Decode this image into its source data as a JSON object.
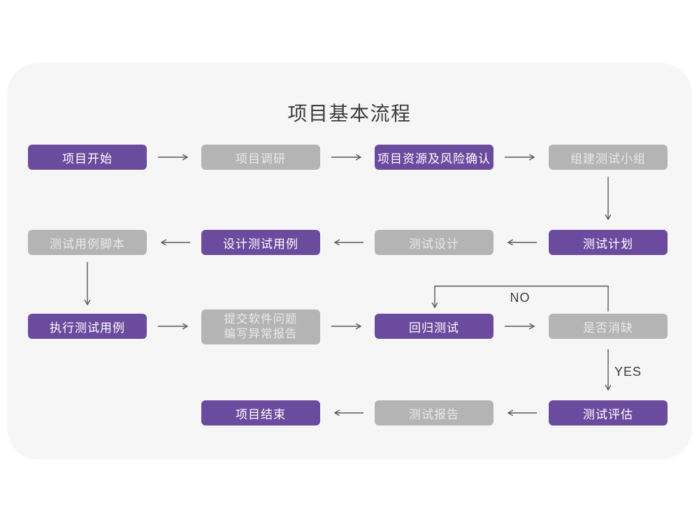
{
  "title": "项目基本流程",
  "colors": {
    "purple": "#6b4b9e",
    "gray": "#b4b4b4",
    "purple-text": "#ffffff",
    "gray-text": "#e9e9e9",
    "card-bg": "#f6f6f7",
    "arrow": "#58585a",
    "title-color": "#3c3c3c"
  },
  "labels": {
    "no": "NO",
    "yes": "YES"
  },
  "nodes": [
    {
      "label": "项目开始",
      "variant": "purple"
    },
    {
      "label": "项目调研",
      "variant": "gray"
    },
    {
      "label": "项目资源及风险确认",
      "variant": "purple"
    },
    {
      "label": "组建测试小组",
      "variant": "gray"
    },
    {
      "label": "测试用例脚本",
      "variant": "gray"
    },
    {
      "label": "设计测试用例",
      "variant": "purple"
    },
    {
      "label": "测试设计",
      "variant": "gray"
    },
    {
      "label": "测试计划",
      "variant": "purple"
    },
    {
      "label": "执行测试用例",
      "variant": "purple"
    },
    {
      "label": "提交软件问题\n编写异常报告",
      "variant": "gray"
    },
    {
      "label": "回归测试",
      "variant": "purple"
    },
    {
      "label": "是否消缺",
      "variant": "gray"
    },
    {
      "label": "项目结束",
      "variant": "purple"
    },
    {
      "label": "测试报告",
      "variant": "gray"
    },
    {
      "label": "测试评估",
      "variant": "purple"
    }
  ],
  "edges": [
    {
      "from": "项目开始",
      "to": "项目调研"
    },
    {
      "from": "项目调研",
      "to": "项目资源及风险确认"
    },
    {
      "from": "项目资源及风险确认",
      "to": "组建测试小组"
    },
    {
      "from": "组建测试小组",
      "to": "测试计划"
    },
    {
      "from": "测试计划",
      "to": "测试设计"
    },
    {
      "from": "测试设计",
      "to": "设计测试用例"
    },
    {
      "from": "设计测试用例",
      "to": "测试用例脚本"
    },
    {
      "from": "测试用例脚本",
      "to": "执行测试用例"
    },
    {
      "from": "执行测试用例",
      "to": "提交软件问题 编写异常报告"
    },
    {
      "from": "提交软件问题 编写异常报告",
      "to": "回归测试"
    },
    {
      "from": "回归测试",
      "to": "是否消缺"
    },
    {
      "from": "是否消缺",
      "to": "回归测试",
      "label": "NO"
    },
    {
      "from": "是否消缺",
      "to": "测试评估",
      "label": "YES"
    },
    {
      "from": "测试评估",
      "to": "测试报告"
    },
    {
      "from": "测试报告",
      "to": "项目结束"
    }
  ]
}
